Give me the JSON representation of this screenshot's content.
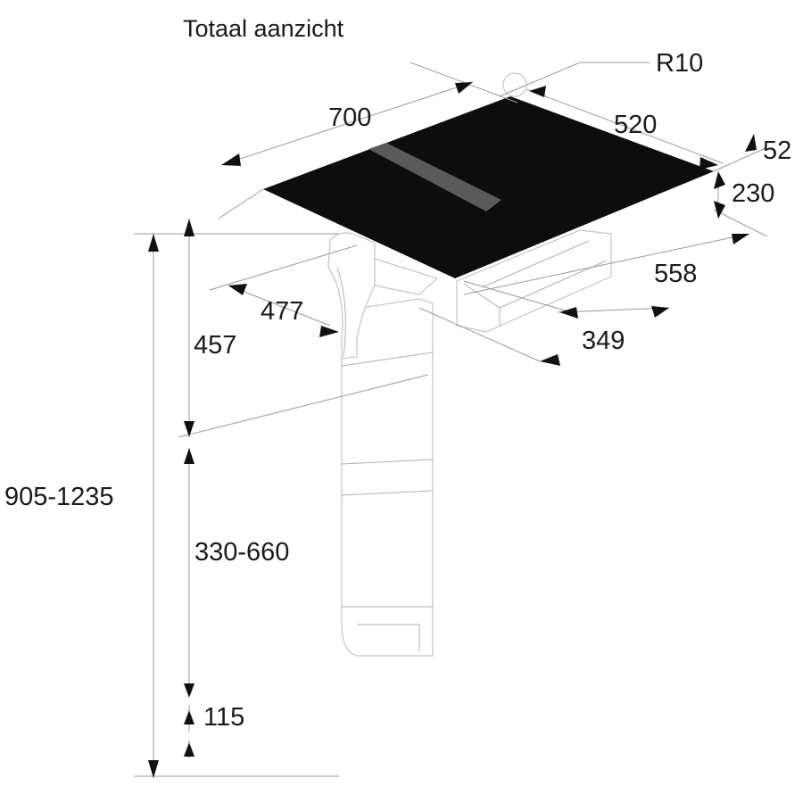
{
  "title": "Totaal aanzicht",
  "dimensions": {
    "radius": "R10",
    "width": "700",
    "depth": "520",
    "thickness": "52",
    "height_below_top": "230",
    "cutout_depth": "558",
    "duct_offset": "477",
    "upper_height": "457",
    "box_width": "349",
    "total_height": "905-1235",
    "telescopic_range": "330-660",
    "bottom_height": "115"
  },
  "colors": {
    "cooktop": "#0d0d0d",
    "vent": "#5a5a5a"
  }
}
